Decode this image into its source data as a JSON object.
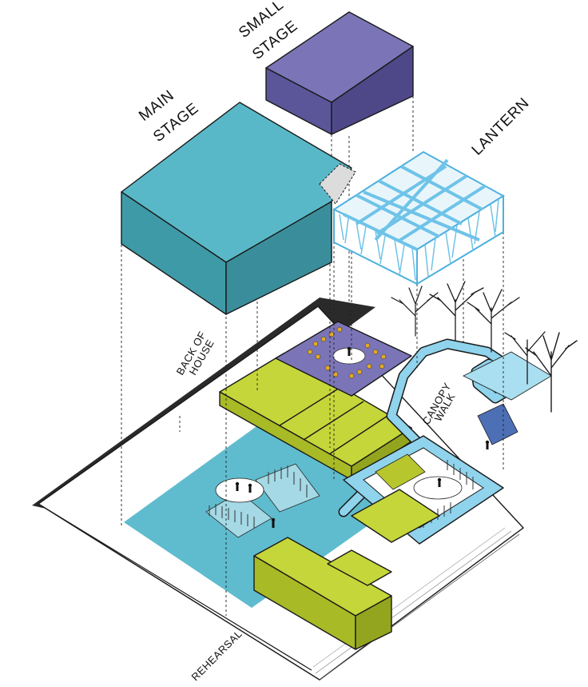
{
  "labels": {
    "main_stage": [
      "MAIN",
      "STAGE"
    ],
    "small_stage": [
      "SMALL",
      "STAGE"
    ],
    "lantern": "LANTERN",
    "back_of_house": [
      "BACK OF",
      "HOUSE"
    ],
    "canopy_walk": [
      "CANOPY",
      "WALK"
    ],
    "rehearsal": "REHEARSAL"
  },
  "colors": {
    "teal_top": "#59b8c8",
    "teal_left": "#3f9aa8",
    "teal_right": "#3a8e9b",
    "purple_top": "#7b75b8",
    "purple_front": "#5b5599",
    "lime_top": "#c5d63a",
    "lime_front": "#a8ba26",
    "lantern_blue": "#6fc3e8",
    "canopy_blue": "#8fd3ec",
    "floor_teal": "#62bfd0",
    "shadow": "#222222"
  }
}
